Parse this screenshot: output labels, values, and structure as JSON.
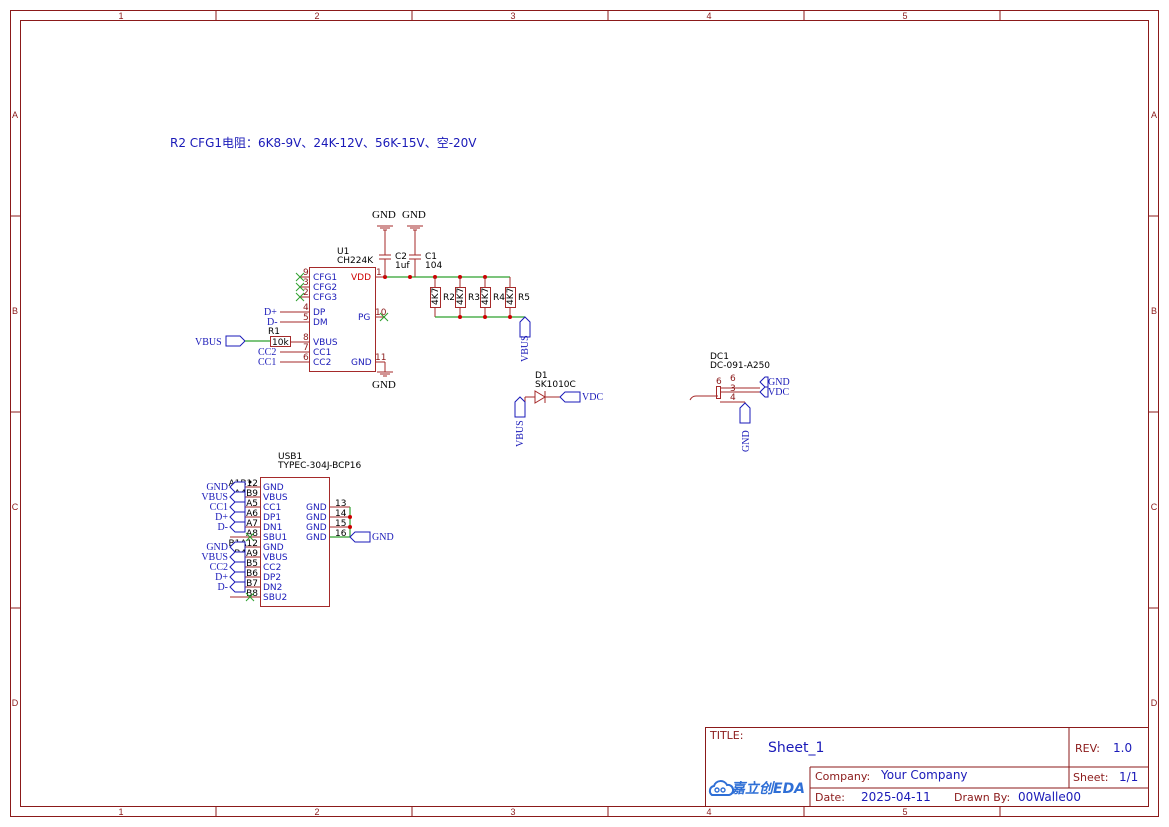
{
  "frame": {
    "col_labels": [
      "1",
      "2",
      "3",
      "4",
      "5"
    ],
    "row_labels": [
      "A",
      "B",
      "C",
      "D"
    ]
  },
  "note": "R2 CFG1电阻：6K8-9V、24K-12V、56K-15V、空-20V",
  "u1": {
    "ref": "U1",
    "value": "CH224K",
    "pins_left": [
      {
        "num": "9",
        "name": "CFG1"
      },
      {
        "num": "3",
        "name": "CFG2"
      },
      {
        "num": "2",
        "name": "CFG3"
      },
      {
        "num": "4",
        "name": "DP"
      },
      {
        "num": "5",
        "name": "DM"
      },
      {
        "num": "8",
        "name": "VBUS"
      },
      {
        "num": "7",
        "name": "CC1"
      },
      {
        "num": "6",
        "name": "CC2"
      }
    ],
    "pins_right": [
      {
        "num": "1",
        "name": "VDD"
      },
      {
        "num": "10",
        "name": "PG"
      },
      {
        "num": "11",
        "name": "GND"
      }
    ]
  },
  "u1_nets": {
    "dp": "D+",
    "dm": "D-",
    "vbus": "VBUS",
    "cc2": "CC2",
    "cc1": "CC1"
  },
  "r1": {
    "ref": "R1",
    "value": "10k"
  },
  "c2": {
    "ref": "C2",
    "value": "1uf"
  },
  "c1": {
    "ref": "C1",
    "value": "104"
  },
  "gnd_label": "GND",
  "resistors": [
    {
      "ref": "R2",
      "value": "4K7"
    },
    {
      "ref": "R3",
      "value": "4K7"
    },
    {
      "ref": "R4",
      "value": "4K7"
    },
    {
      "ref": "R5",
      "value": "4K7"
    }
  ],
  "vbus_label": "VBUS",
  "d1": {
    "ref": "D1",
    "value": "SK1010C",
    "out_net": "VDC",
    "in_net": "VBUS"
  },
  "dc1": {
    "ref": "DC1",
    "value": "DC-091-A250",
    "pins": [
      {
        "num": "6",
        "net": "GND"
      },
      {
        "num": "3",
        "net": "VDC"
      },
      {
        "num": "4",
        "net": ""
      }
    ],
    "bottom_net": "GND"
  },
  "usb1": {
    "ref": "USB1",
    "value": "TYPEC-304J-BCP16",
    "left": [
      {
        "num": "A1B12",
        "name": "GND",
        "net": "GND"
      },
      {
        "num": "A4B9",
        "name": "VBUS",
        "net": "VBUS"
      },
      {
        "num": "A5",
        "name": "CC1",
        "net": "CC1"
      },
      {
        "num": "A6",
        "name": "DP1",
        "net": "D+"
      },
      {
        "num": "A7",
        "name": "DN1",
        "net": "D-"
      },
      {
        "num": "A8",
        "name": "SBU1",
        "net": ""
      },
      {
        "num": "B1A12",
        "name": "GND",
        "net": "GND"
      },
      {
        "num": "B4A9",
        "name": "VBUS",
        "net": "VBUS"
      },
      {
        "num": "B5",
        "name": "CC2",
        "net": "CC2"
      },
      {
        "num": "B6",
        "name": "DP2",
        "net": "D+"
      },
      {
        "num": "B7",
        "name": "DN2",
        "net": "D-"
      },
      {
        "num": "B8",
        "name": "SBU2",
        "net": ""
      }
    ],
    "right": [
      {
        "num": "13",
        "name": "GND"
      },
      {
        "num": "14",
        "name": "GND"
      },
      {
        "num": "15",
        "name": "GND"
      },
      {
        "num": "16",
        "name": "GND"
      }
    ],
    "right_net": "GND"
  },
  "title_block": {
    "title_label": "TITLE:",
    "title": "Sheet_1",
    "rev_label": "REV:",
    "rev": "1.0",
    "company_label": "Company:",
    "company": "Your Company",
    "sheet_label": "Sheet:",
    "sheet": "1/1",
    "date_label": "Date:",
    "date": "2025-04-11",
    "drawn_label": "Drawn By:",
    "drawn": "00Walle00",
    "logo": "嘉立创EDA",
    "logo_icon": "cloud-link-icon"
  }
}
